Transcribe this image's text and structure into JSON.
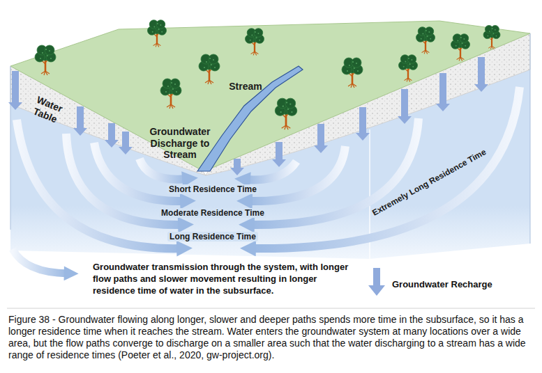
{
  "diagram": {
    "caption": "Figure 38 - Groundwater flowing along longer, slower and deeper paths spends more time in the subsurface, so it has a longer residence time when it reaches the stream. Water enters the groundwater system at many locations over a wide area, but the flow paths converge to discharge on a smaller area such that the water discharging to a stream has a wide range of residence times (Poeter et al., 2020, gw-project.org).",
    "labels": [
      "Water Table",
      "Stream",
      "Groundwater Discharge to Stream",
      "Short Residence Time",
      "Moderate Residence Time",
      "Long Residence Time",
      "Extremely Long Residence Time"
    ],
    "legend": [
      {
        "text": "Groundwater transmission through the system, with longer flow paths and slower movement resulting in longer residence time of water in the subsurface."
      },
      {
        "text": "Groundwater Recharge"
      }
    ]
  }
}
